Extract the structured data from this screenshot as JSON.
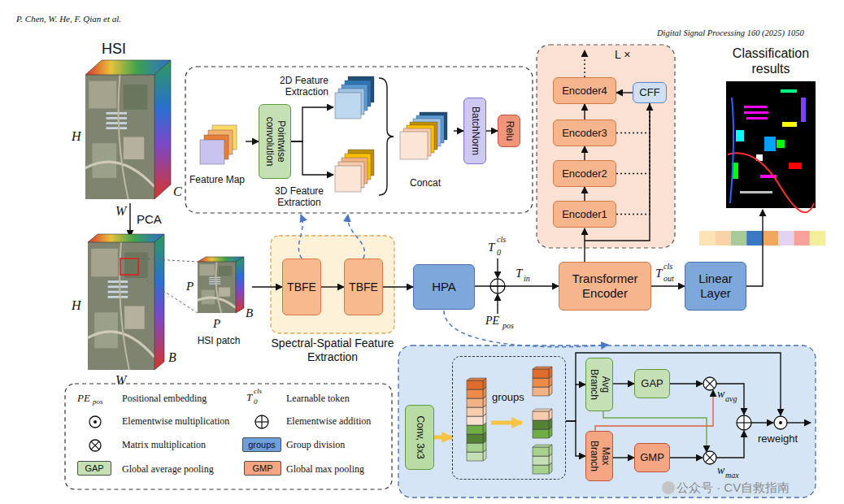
{
  "diagram": {
    "nodes": [
      {
        "text": [
          "HSI"
        ]
      },
      {
        "text": [
          "Feature Map"
        ]
      },
      {
        "text": [
          "Pointwise convolution"
        ]
      },
      {
        "text": [
          "2D Feature Extraction"
        ]
      },
      {
        "text": [
          "3D Feature Extraction"
        ]
      },
      {
        "text": [
          "Concat"
        ]
      },
      {
        "text": [
          "BatchNorm"
        ]
      },
      {
        "text": [
          "Relu"
        ]
      },
      {
        "text": [
          "L ×"
        ]
      },
      {
        "text": [
          "Encoder4"
        ],
        "in": 8
      },
      {
        "text": [
          "CFF"
        ],
        "in": 8
      },
      {
        "text": [
          "Encoder3"
        ],
        "in": 8
      },
      {
        "text": [
          "Encoder2"
        ],
        "in": 8
      },
      {
        "text": [
          "Encoder1"
        ],
        "in": 8
      },
      {
        "text": [
          "Classification results"
        ]
      },
      {
        "text": [
          "HSI patch"
        ]
      },
      {
        "text": [
          "Spectral-Spatial Feature Extraction"
        ]
      },
      {
        "text": [
          "TBFE"
        ],
        "in": 16
      },
      {
        "text": [
          "TBFE"
        ],
        "in": 16
      },
      {
        "text": [
          "HPA"
        ]
      },
      {
        "text": [
          "Transformer Encoder"
        ]
      },
      {
        "text": [
          "Linear Layer"
        ]
      },
      {
        "text": [
          "Conv, 3x3"
        ]
      },
      {
        "text": [
          "groups"
        ]
      },
      {
        "text": [
          "Avg Branch"
        ]
      },
      {
        "text": [
          "GAP"
        ]
      },
      {
        "text": [
          "Max Branch"
        ]
      },
      {
        "text": [
          "GMP"
        ]
      }
    ],
    "edges": [
      {
        "from": 1,
        "to": 2,
        "arrow": "to"
      },
      {
        "from": 2,
        "to": 3,
        "arrow": "to"
      },
      {
        "from": 2,
        "to": 4,
        "arrow": "to"
      },
      {
        "from": 5,
        "to": 6,
        "arrow": "to"
      },
      {
        "from": 6,
        "to": 7,
        "arrow": "to"
      },
      {
        "from": 13,
        "to": 12,
        "arrow": "to"
      },
      {
        "from": 12,
        "to": 11,
        "arrow": "to"
      },
      {
        "from": 11,
        "to": 9,
        "arrow": "to"
      },
      {
        "from": 13,
        "to": 10,
        "arrow": "none"
      },
      {
        "from": 12,
        "to": 10,
        "arrow": "none"
      },
      {
        "from": 11,
        "to": 10,
        "arrow": "none"
      },
      {
        "from": 10,
        "to": 9,
        "arrow": "to"
      },
      {
        "from": 15,
        "to": 17,
        "arrow": "to"
      },
      {
        "from": 17,
        "to": 18,
        "arrow": "to"
      },
      {
        "from": 18,
        "to": 19,
        "arrow": "to"
      },
      {
        "from": 19,
        "to": 20,
        "arrow": "to"
      },
      {
        "from": 20,
        "to": 21,
        "arrow": "to"
      },
      {
        "from": 21,
        "to": 14,
        "arrow": "to"
      },
      {
        "from": 22,
        "to": 23,
        "arrow": "to"
      },
      {
        "from": 23,
        "to": 24,
        "arrow": "to"
      },
      {
        "from": 23,
        "to": 26,
        "arrow": "to"
      },
      {
        "from": 24,
        "to": 25,
        "arrow": "to"
      },
      {
        "from": 26,
        "to": 27,
        "arrow": "to"
      }
    ],
    "labels": [
      "P. Chen, W. He, F. Qian et al.",
      "Digital Signal Processing 160 (2025) 1050",
      "H",
      "W",
      "C",
      "PCA",
      "H",
      "W",
      "B",
      "P",
      "P",
      "B",
      "T",
      "0",
      "cls",
      "T",
      "in",
      "PE",
      "pos",
      "T",
      "out",
      "cls",
      "w",
      "avg",
      "w",
      "max",
      "reweight",
      "PE",
      "pos",
      "T",
      "0",
      "cls",
      "groups",
      "GAP",
      "GMP",
      "公众号 · CV自救指南"
    ],
    "legend": [
      {
        "text": "Positional embedding"
      },
      {
        "text": "Learnable token"
      },
      {
        "text": "Elementwise multiplication"
      },
      {
        "text": "Elementwise addition"
      },
      {
        "text": "Matrix multiplication"
      },
      {
        "text": "Group division",
        "color": "#6f9fdb"
      },
      {
        "text": "Global average pooling",
        "color": "#c5e0b4"
      },
      {
        "text": "Global max pooling",
        "color": "#f4a582"
      }
    ]
  }
}
